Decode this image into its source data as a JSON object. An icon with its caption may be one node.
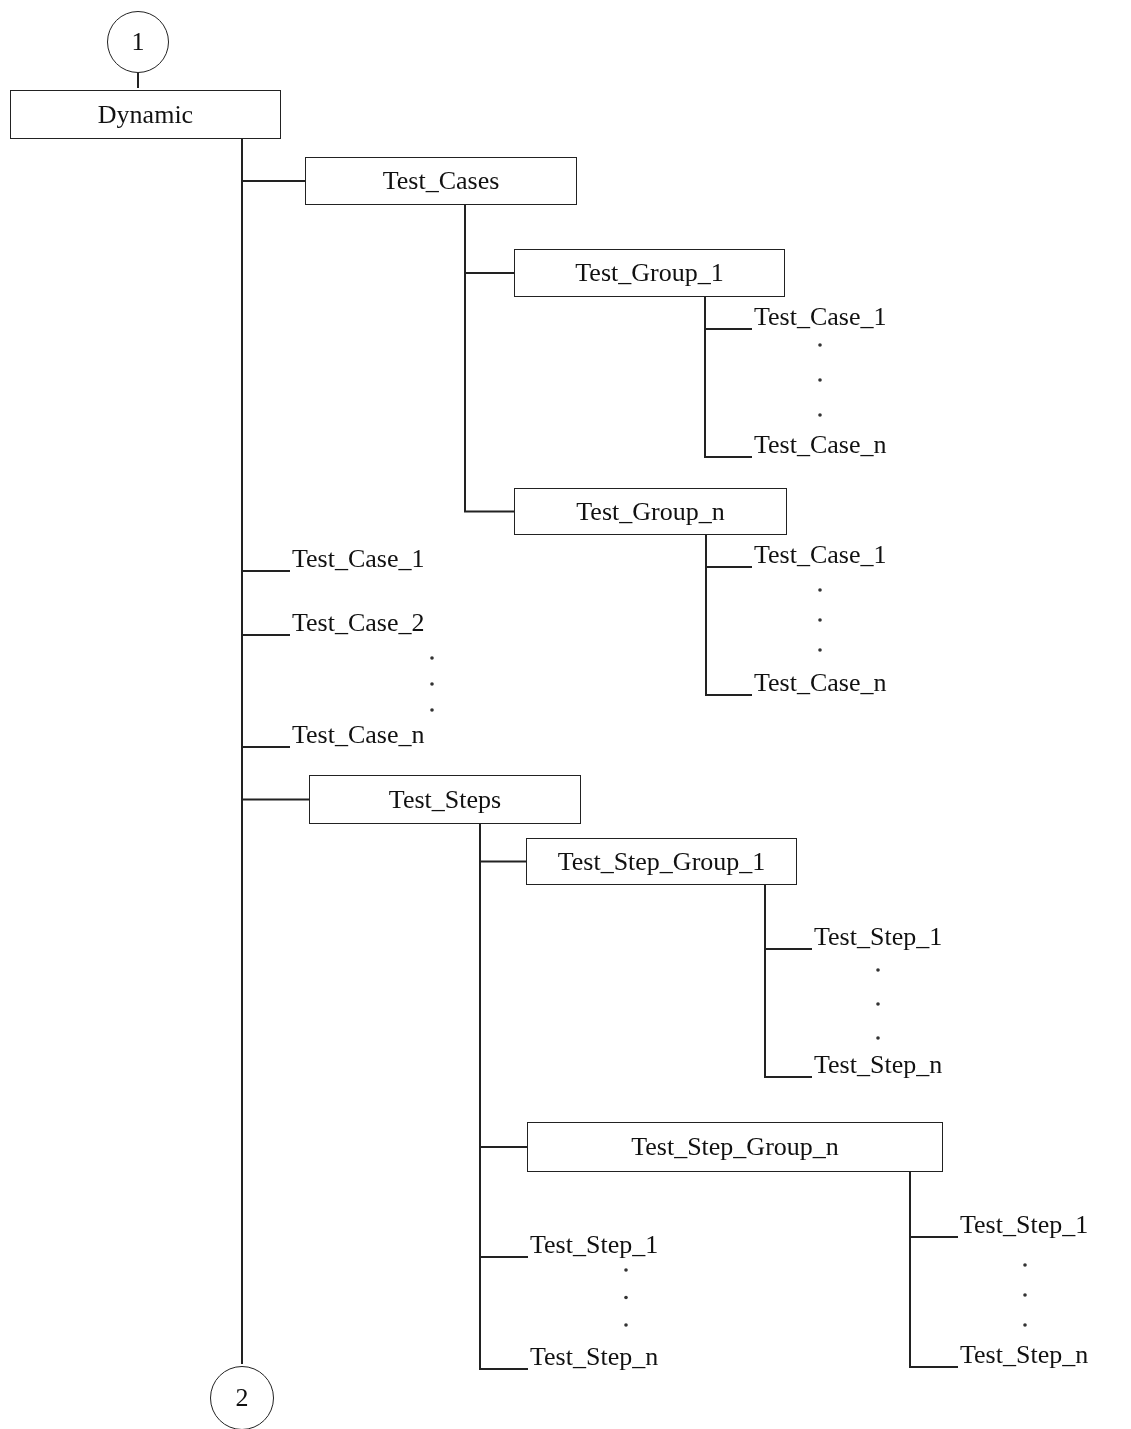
{
  "diagram": {
    "nodes": [
      {
        "text": [
          "1"
        ]
      },
      {
        "text": [
          "Dynamic"
        ]
      },
      {
        "text": [
          "Test_Cases"
        ]
      },
      {
        "text": [
          "Test_Group_1"
        ]
      },
      {
        "text": [
          "Test_Case_1"
        ]
      },
      {
        "text": [
          "Test_Case_n"
        ]
      },
      {
        "text": [
          "Test_Group_n"
        ]
      },
      {
        "text": [
          "Test_Case_1"
        ]
      },
      {
        "text": [
          "Test_Case_n"
        ]
      },
      {
        "text": [
          "Test_Case_1"
        ]
      },
      {
        "text": [
          "Test_Case_2"
        ]
      },
      {
        "text": [
          "Test_Case_n"
        ]
      },
      {
        "text": [
          "Test_Steps"
        ]
      },
      {
        "text": [
          "Test_Step_Group_1"
        ]
      },
      {
        "text": [
          "Test_Step_1"
        ]
      },
      {
        "text": [
          "Test_Step_n"
        ]
      },
      {
        "text": [
          "Test_Step_Group_n"
        ]
      },
      {
        "text": [
          "Test_Step_1"
        ]
      },
      {
        "text": [
          "Test_Step_n"
        ]
      },
      {
        "text": [
          "Test_Step_1"
        ]
      },
      {
        "text": [
          "Test_Step_n"
        ]
      },
      {
        "text": [
          "2"
        ]
      }
    ],
    "edges": [
      {
        "from": 0,
        "to": 1,
        "arrow": "none"
      },
      {
        "from": 1,
        "to": 2,
        "arrow": "none"
      },
      {
        "from": 2,
        "to": 3,
        "arrow": "none"
      },
      {
        "from": 3,
        "to": 4,
        "arrow": "none"
      },
      {
        "from": 3,
        "to": 5,
        "arrow": "none"
      },
      {
        "from": 2,
        "to": 6,
        "arrow": "none"
      },
      {
        "from": 6,
        "to": 7,
        "arrow": "none"
      },
      {
        "from": 6,
        "to": 8,
        "arrow": "none"
      },
      {
        "from": 1,
        "to": 9,
        "arrow": "none"
      },
      {
        "from": 1,
        "to": 10,
        "arrow": "none"
      },
      {
        "from": 1,
        "to": 11,
        "arrow": "none"
      },
      {
        "from": 1,
        "to": 12,
        "arrow": "none"
      },
      {
        "from": 12,
        "to": 13,
        "arrow": "none"
      },
      {
        "from": 13,
        "to": 14,
        "arrow": "none"
      },
      {
        "from": 13,
        "to": 15,
        "arrow": "none"
      },
      {
        "from": 12,
        "to": 16,
        "arrow": "none"
      },
      {
        "from": 16,
        "to": 19,
        "arrow": "none"
      },
      {
        "from": 16,
        "to": 20,
        "arrow": "none"
      },
      {
        "from": 12,
        "to": 17,
        "arrow": "none"
      },
      {
        "from": 12,
        "to": 18,
        "arrow": "none"
      },
      {
        "from": 1,
        "to": 21,
        "arrow": "none"
      }
    ]
  }
}
